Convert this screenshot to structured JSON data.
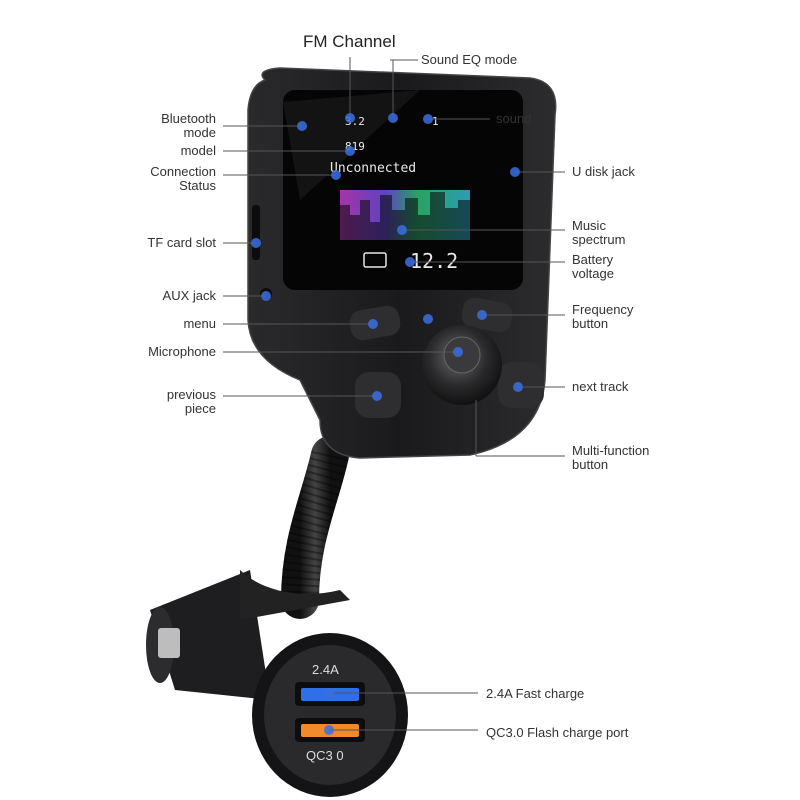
{
  "labels": {
    "fm_channel": "FM Channel",
    "sound_eq_mode": "Sound EQ mode",
    "sound": "sound",
    "bluetooth_mode": "Bluetooth\nmode",
    "model": "model",
    "connection_status": "Connection\nStatus",
    "u_disk_jack": "U disk jack",
    "tf_card_slot": "TF card slot",
    "music_spectrum": "Music\nspectrum",
    "battery_voltage": "Battery\nvoltage",
    "aux_jack": "AUX jack",
    "frequency_button": "Frequency\nbutton",
    "menu": "menu",
    "microphone": "Microphone",
    "previous_piece": "previous\npiece",
    "next_track": "next track",
    "multi_function_button": "Multi-function\nbutton",
    "fast_charge": "2.4A Fast charge",
    "qc_port": "QC3.0 Flash charge port"
  },
  "screen": {
    "channel": "3.2",
    "volume": "1",
    "model_number": "819",
    "status": "Unconnected",
    "voltage": "12.2"
  },
  "charger": {
    "port_top_label": "2.4A",
    "port_bottom_label": "QC3 0"
  },
  "colors": {
    "device_body": "#1c1c1e",
    "port_blue": "#2f6fe8",
    "port_orange": "#f08a2a",
    "callout_dot": "#3b6fe0"
  }
}
